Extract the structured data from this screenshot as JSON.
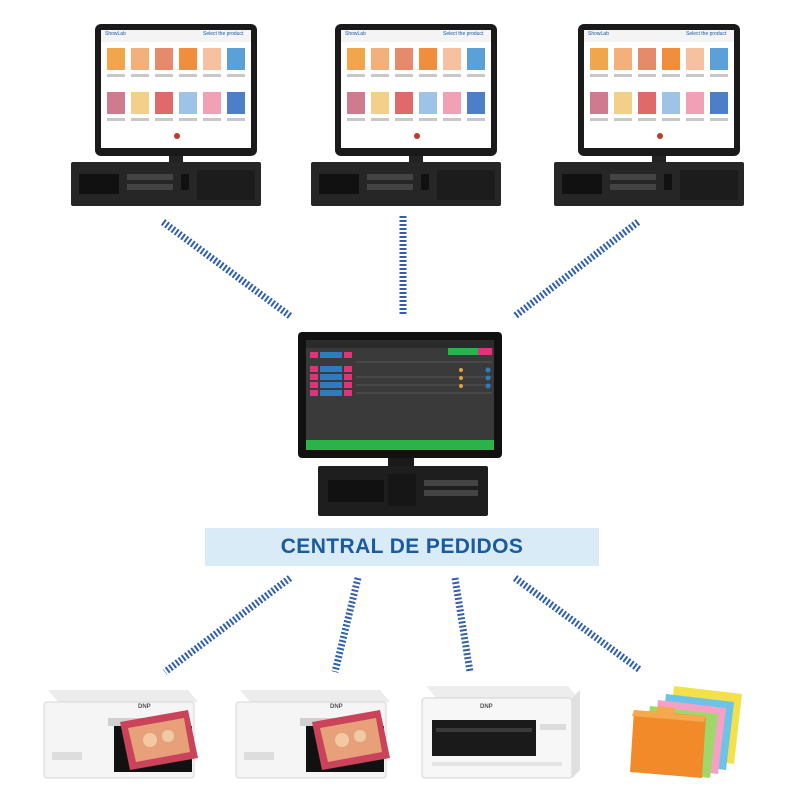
{
  "central": {
    "label": "CENTRAL DE PEDIDOS"
  },
  "kiosks": [
    {
      "brand": "ShowLab",
      "header": "Select the product"
    },
    {
      "brand": "ShowLab",
      "header": "Select the product"
    },
    {
      "brand": "ShowLab",
      "header": "Select the product"
    }
  ],
  "printers": [
    {
      "brand": "DNP"
    },
    {
      "brand": "DNP"
    },
    {
      "brand": "DNP"
    }
  ],
  "colors": {
    "link": "#2f5fb0",
    "banner_bg": "#d9ebf7",
    "banner_text": "#1a5aa0",
    "screen_bg": "#3a3a3a",
    "accent_green": "#2bb34a",
    "accent_pink": "#e0337a"
  },
  "icons": [
    "kiosk-monitor-icon",
    "pc-tower-icon",
    "photo-printer-icon",
    "folders-icon"
  ]
}
